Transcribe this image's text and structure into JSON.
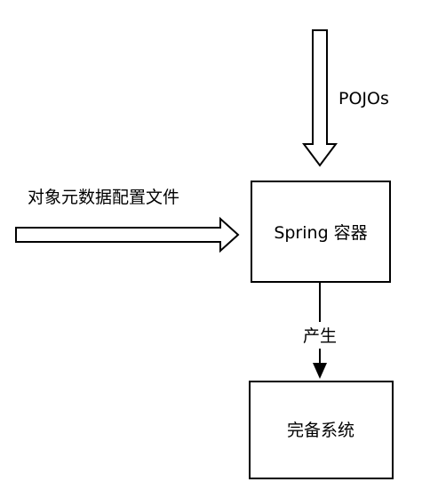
{
  "nodes": {
    "spring_container": "Spring 容器",
    "complete_system": "完备系统"
  },
  "inputs": {
    "pojos": "POJOs",
    "metadata": "对象元数据配置文件"
  },
  "edges": {
    "produce": "产生"
  },
  "colors": {
    "stroke": "#000000",
    "fill": "#ffffff"
  }
}
